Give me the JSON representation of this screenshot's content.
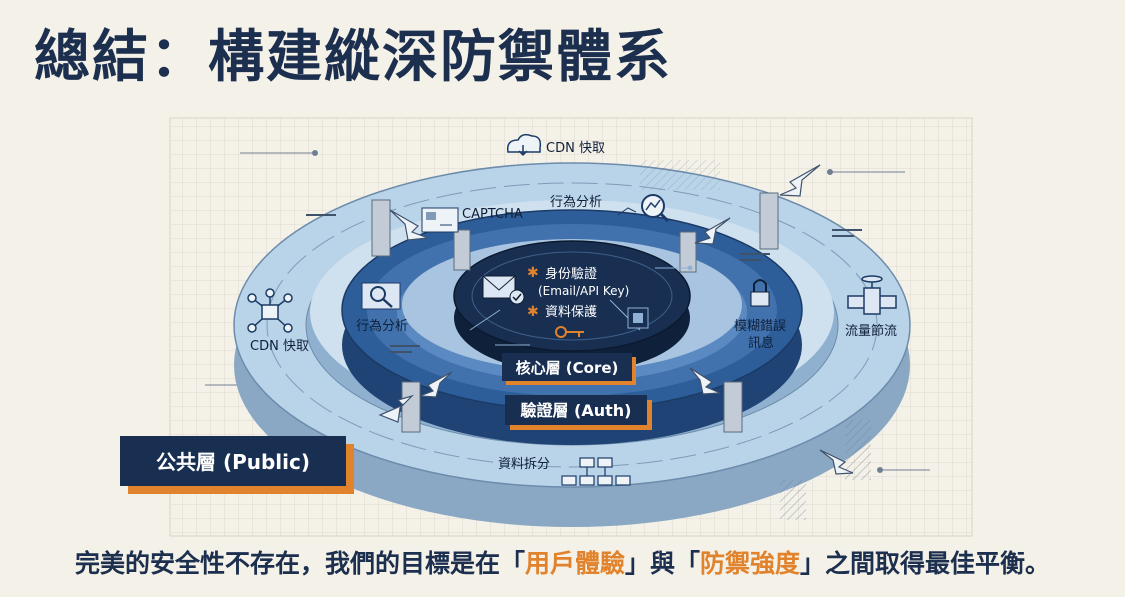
{
  "title": "總結：構建縱深防禦體系",
  "diagram": {
    "layers": {
      "public": "公共層 (Public)",
      "auth": "驗證層 (Auth)",
      "core": "核心層 (Core)"
    },
    "outer_ring": {
      "top": "CDN 快取",
      "left": "CDN 快取",
      "right": "流量節流",
      "bottom": "資料拆分"
    },
    "middle_ring": {
      "top_left": "CAPTCHA",
      "top_right": "行為分析",
      "left": "行為分析",
      "right_line1": "模糊錯誤",
      "right_line2": "訊息"
    },
    "core_items": {
      "line1": "身份驗證",
      "line2": "(Email/API Key)",
      "line3": "資料保護"
    }
  },
  "footer": {
    "before": "完美的安全性不存在，我們的目標是在「",
    "highlight1": "用戶體驗",
    "middle": "」與「",
    "highlight2": "防禦強度",
    "after": "」之間取得最佳平衡。"
  },
  "colors": {
    "navy": "#1c2f4e",
    "orange": "#e1832c",
    "outer_ring": "#b9d3e9",
    "middle_ring": "#2d5e9a",
    "core": "#182f52",
    "background": "#f4f1e8"
  }
}
